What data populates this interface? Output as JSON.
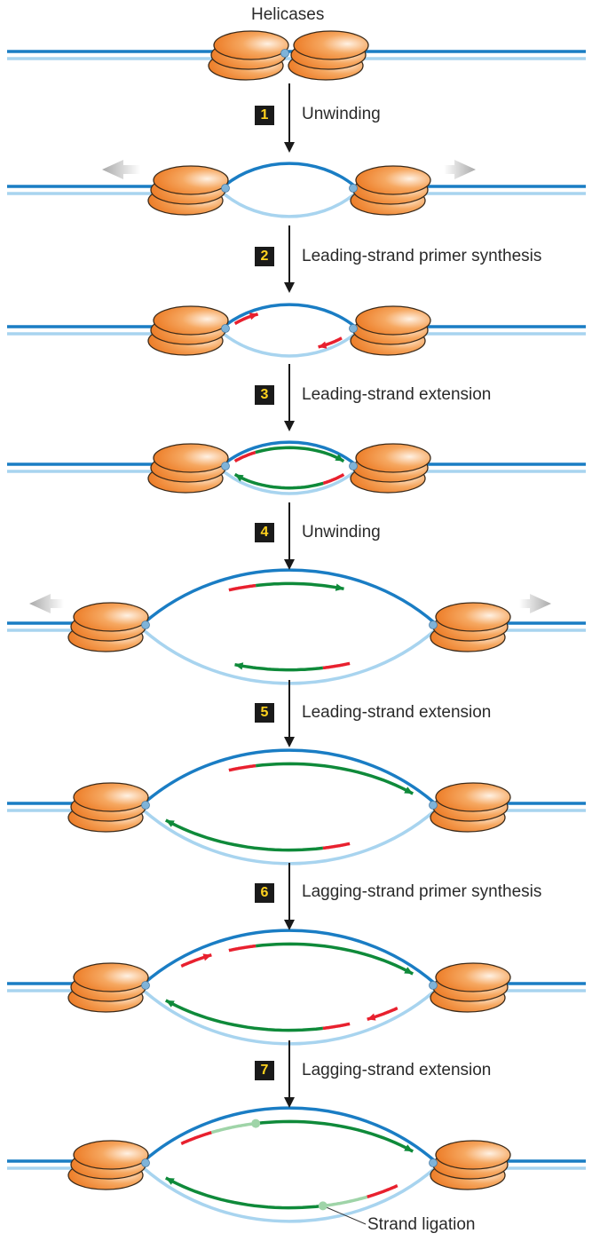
{
  "title": "Helicases",
  "steps": [
    {
      "number": "1",
      "label": "Unwinding"
    },
    {
      "number": "2",
      "label": "Leading-strand primer synthesis"
    },
    {
      "number": "3",
      "label": "Leading-strand extension"
    },
    {
      "number": "4",
      "label": "Unwinding"
    },
    {
      "number": "5",
      "label": "Leading-strand extension"
    },
    {
      "number": "6",
      "label": "Lagging-strand primer synthesis"
    },
    {
      "number": "7",
      "label": "Lagging-strand extension"
    }
  ],
  "annotation": "Strand ligation",
  "colors": {
    "template_top": "#1a7dc4",
    "template_bottom": "#a8d4ef",
    "helicase": "#f08a35",
    "primer": "#e8202e",
    "new_strand": "#0f8a3a",
    "ligated_segment": "#9fd4a8",
    "step_box": "#1a1a1a",
    "step_number": "#ffd21e",
    "motion_arrow": "#c0c0c0"
  }
}
